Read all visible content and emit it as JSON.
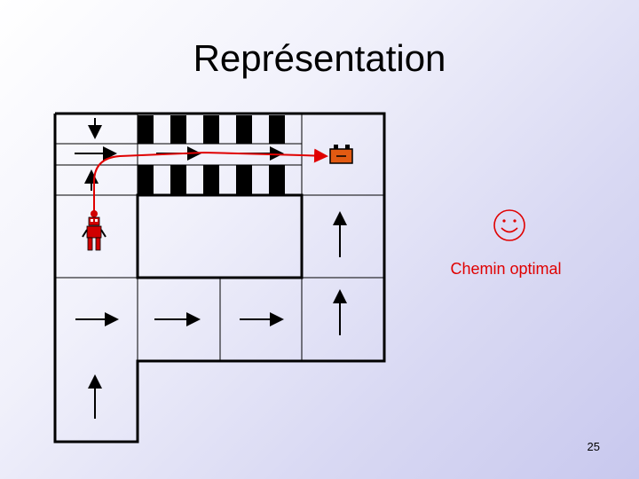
{
  "slide": {
    "title": "Représentation",
    "caption": "Chemin optimal",
    "page_number": "25"
  },
  "icons": {
    "smiley": "smiley-icon",
    "robot": "robot-icon",
    "goal": "battery-goal-icon"
  },
  "colors": {
    "path": "#e00000",
    "caption": "#e00000",
    "grid": "#000000",
    "goal": "#e25a12",
    "robot": "#d00000"
  }
}
